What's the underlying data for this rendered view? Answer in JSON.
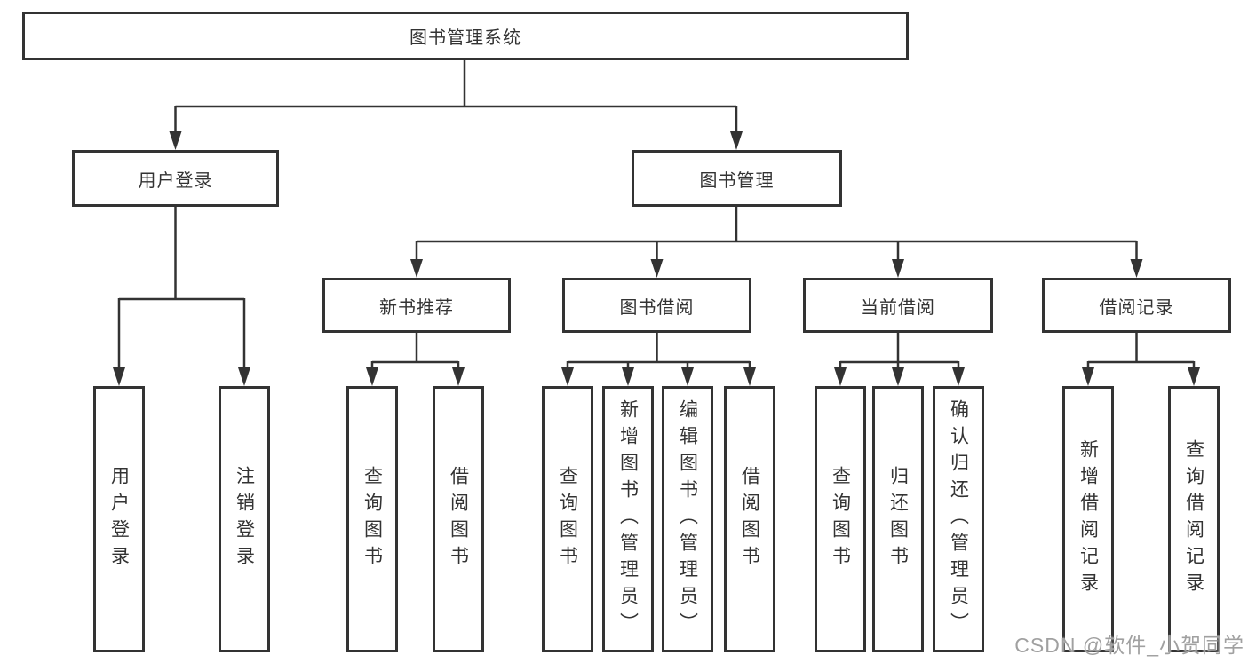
{
  "watermark": "CSDN @软件_小贺同学",
  "tree": {
    "root": "图书管理系统",
    "branches": [
      {
        "label": "用户登录",
        "children": [
          "用户登录",
          "注销登录"
        ]
      },
      {
        "label": "图书管理",
        "children": [
          {
            "label": "新书推荐",
            "children": [
              "查询图书",
              "借阅图书"
            ]
          },
          {
            "label": "图书借阅",
            "children": [
              "查询图书",
              "新增图书（管理员）",
              "编辑图书（管理员）",
              "借阅图书"
            ]
          },
          {
            "label": "当前借阅",
            "children": [
              "查询图书",
              "归还图书",
              "确认归还（管理员）"
            ]
          },
          {
            "label": "借阅记录",
            "children": [
              "新增借阅记录",
              "查询借阅记录"
            ]
          }
        ]
      }
    ]
  },
  "colors": {
    "line": "#333333",
    "border": "#333333",
    "text": "#333333",
    "watermark": "#a0a0a0",
    "background": "#ffffff"
  }
}
